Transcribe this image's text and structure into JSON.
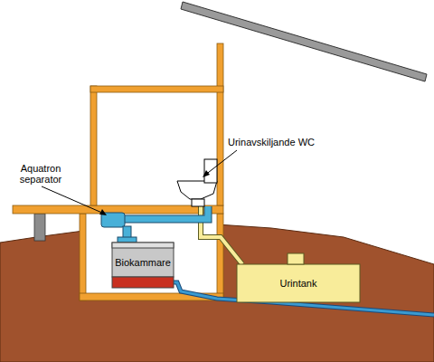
{
  "diagram": {
    "nodes": [
      {
        "text": [
          "Biokammare"
        ]
      },
      {
        "text": [
          "Urintank"
        ]
      }
    ],
    "labels": [
      "Urinavskiljande WC",
      "Aquatron separator"
    ]
  }
}
